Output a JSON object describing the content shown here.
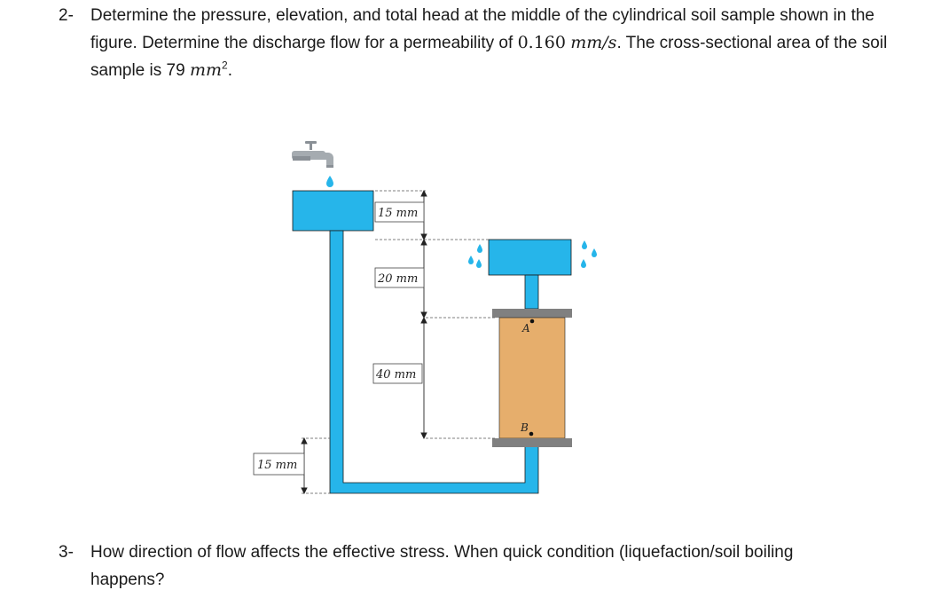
{
  "question2": {
    "number": "2-",
    "text_part1": "Determine the pressure, elevation, and total head at the middle of the cylindrical soil sample shown in the figure. Determine the discharge flow for a permeability of",
    "permeability_value": "0.160",
    "permeability_unit": "mm/s",
    "text_part2": ". The cross-sectional area of the soil sample is 79",
    "area_unit": "mm",
    "area_exp": "2",
    "text_end": "."
  },
  "figure": {
    "dim_top": "15 mm",
    "dim_middle": "20 mm",
    "dim_soil": "40 mm",
    "dim_bottom": "15 mm",
    "point_a": "A",
    "point_b": "B",
    "water_color": "#26b5ea",
    "soil_color": "#e6ae6c",
    "plate_color": "#808080"
  },
  "question3": {
    "number": "3-",
    "text": "How direction of flow affects the effective stress. When quick condition (liquefaction/soil boiling happens?"
  }
}
